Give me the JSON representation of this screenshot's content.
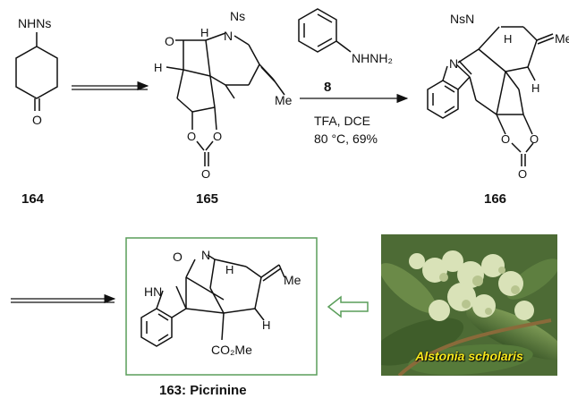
{
  "compounds": {
    "c164": {
      "label": "164",
      "subst_nhns": "NHNs",
      "oxo": "O"
    },
    "c165": {
      "label": "165",
      "ns": "Ns",
      "n": "N",
      "o_keto": "O",
      "h1": "H",
      "h2": "H",
      "me": "Me",
      "carbonate": [
        "O",
        "O",
        "O"
      ]
    },
    "c166": {
      "label": "166",
      "nsn": "NsN",
      "n_indol": "N",
      "h1": "H",
      "h2": "H",
      "me_cut": "Me",
      "carbonate": [
        "O",
        "O",
        "O"
      ]
    },
    "c163": {
      "label": "163: Picrinine",
      "o": "O",
      "n": "N",
      "hn": "HN",
      "h1": "H",
      "h2": "H",
      "me": "Me",
      "ester": "CO₂Me"
    }
  },
  "reagent": {
    "hydrazine": "NHNH₂",
    "number": "8",
    "conditions_line1": "TFA, DCE",
    "conditions_line2": "80 °C, 69%"
  },
  "photo": {
    "caption": "Alstonia scholaris",
    "box_color": "#5a9e5a"
  }
}
